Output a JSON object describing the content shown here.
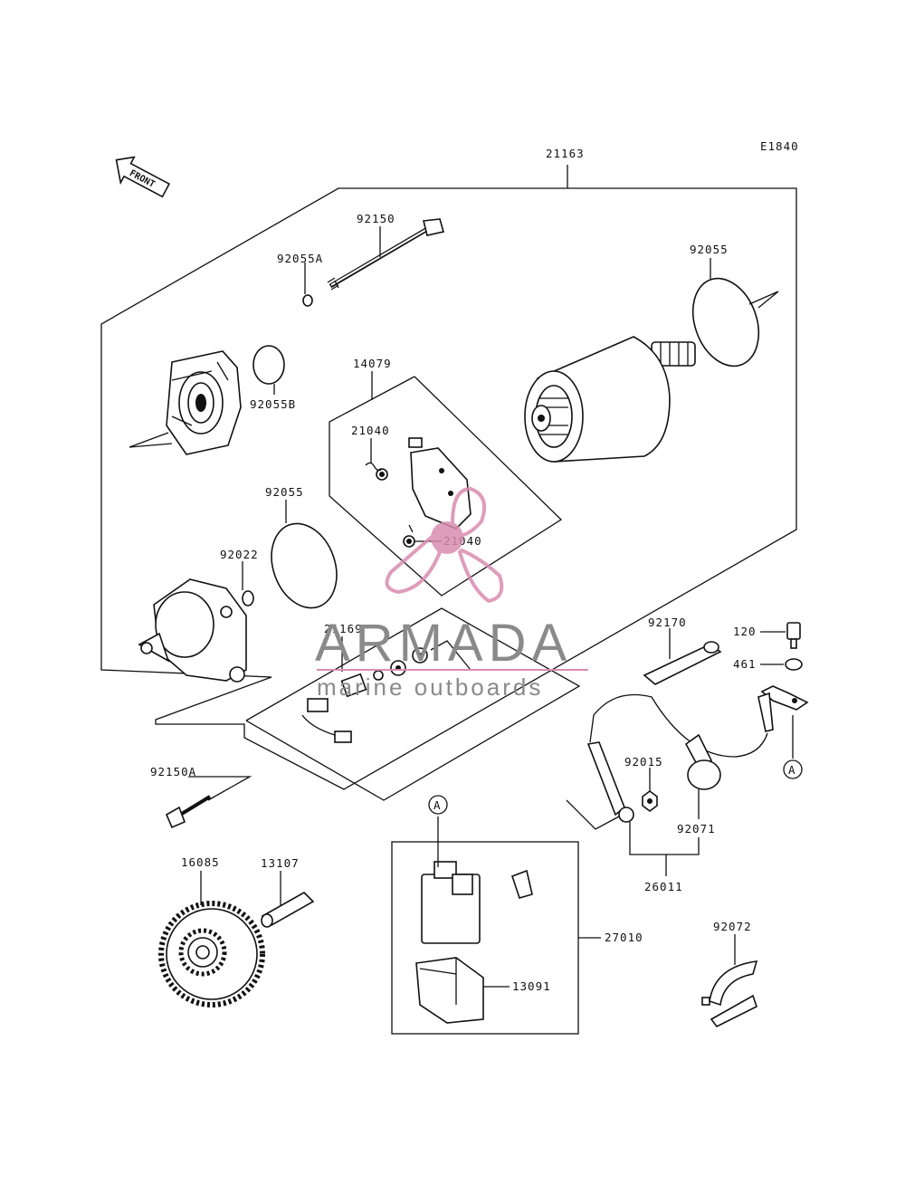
{
  "diagram_code": "E1840",
  "front_arrow_label": "FRONT",
  "watermark": {
    "brand": "ARMADA",
    "tagline": "marine outboards",
    "accent_color": "#d98cb0",
    "text_color": "#8a8a8a"
  },
  "callout_letter": "A",
  "parts": {
    "starter_assy": "21163",
    "bolt_long": "92150",
    "oring_small_a": "92055A",
    "oring_b": "92055B",
    "oring_large_right": "92055",
    "oring_large_left": "92055",
    "brush_holder": "14079",
    "spring_top": "21040",
    "spring_bottom": "21040",
    "washer": "92022",
    "brush_set": "21169",
    "bolt_flange": "92150A",
    "gear": "16085",
    "shaft": "13107",
    "relay": "27010",
    "relay_cover": "13091",
    "cable_positive": "92170",
    "bolt_120": "120",
    "washer_461": "461",
    "nut": "92015",
    "cap": "92071",
    "lead_assy": "26011",
    "band": "92072"
  }
}
